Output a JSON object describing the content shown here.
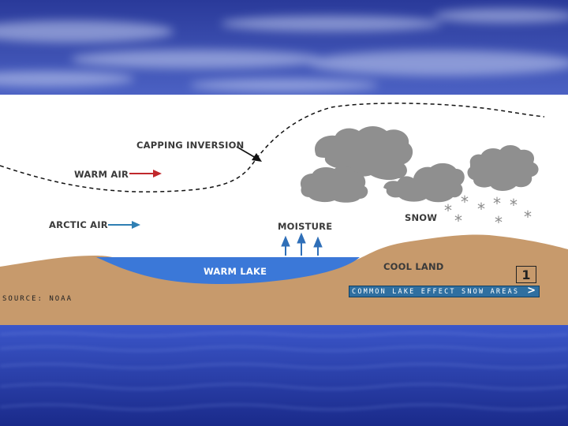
{
  "labels": {
    "capping_inversion": "CAPPING INVERSION",
    "warm_air": "WARM AIR",
    "arctic_air": "ARCTIC AIR",
    "moisture": "MOISTURE",
    "snow": "SNOW",
    "warm_lake": "WARM LAKE",
    "cool_land": "COOL LAND"
  },
  "source": "SOURCE: NOAA",
  "frame_number": "1",
  "common_button": {
    "label": "COMMON LAKE EFFECT SNOW AREAS",
    "arrow": ">"
  },
  "snowflake_glyph": "*",
  "colors": {
    "land": "#c79a6c",
    "lake": "#3b78d8",
    "cloud": "#8f8f8f",
    "warm_air_arrow": "#c0282c",
    "arctic_air_arrow": "#2f7fb3",
    "moisture_arrow": "#2f6fb8",
    "button": "#2f6fa0"
  }
}
